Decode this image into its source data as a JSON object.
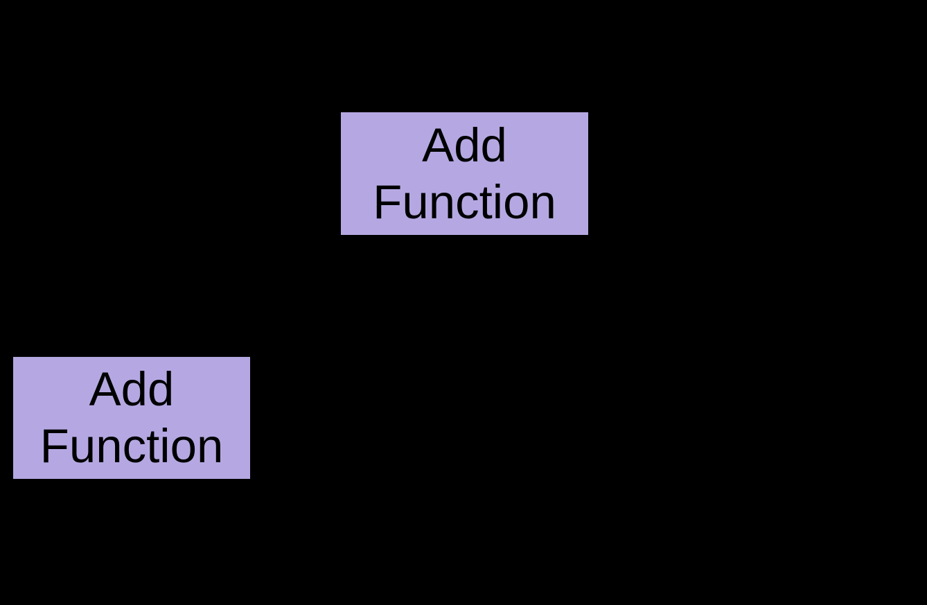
{
  "diagram": {
    "background_color": "#000000",
    "node_fill_color": "#b5a8e2",
    "node_text_color": "#000000",
    "nodes": [
      {
        "id": "add-function-upper",
        "label": "Add\nFunction"
      },
      {
        "id": "add-function-lower",
        "label": "Add\nFunction"
      }
    ]
  }
}
